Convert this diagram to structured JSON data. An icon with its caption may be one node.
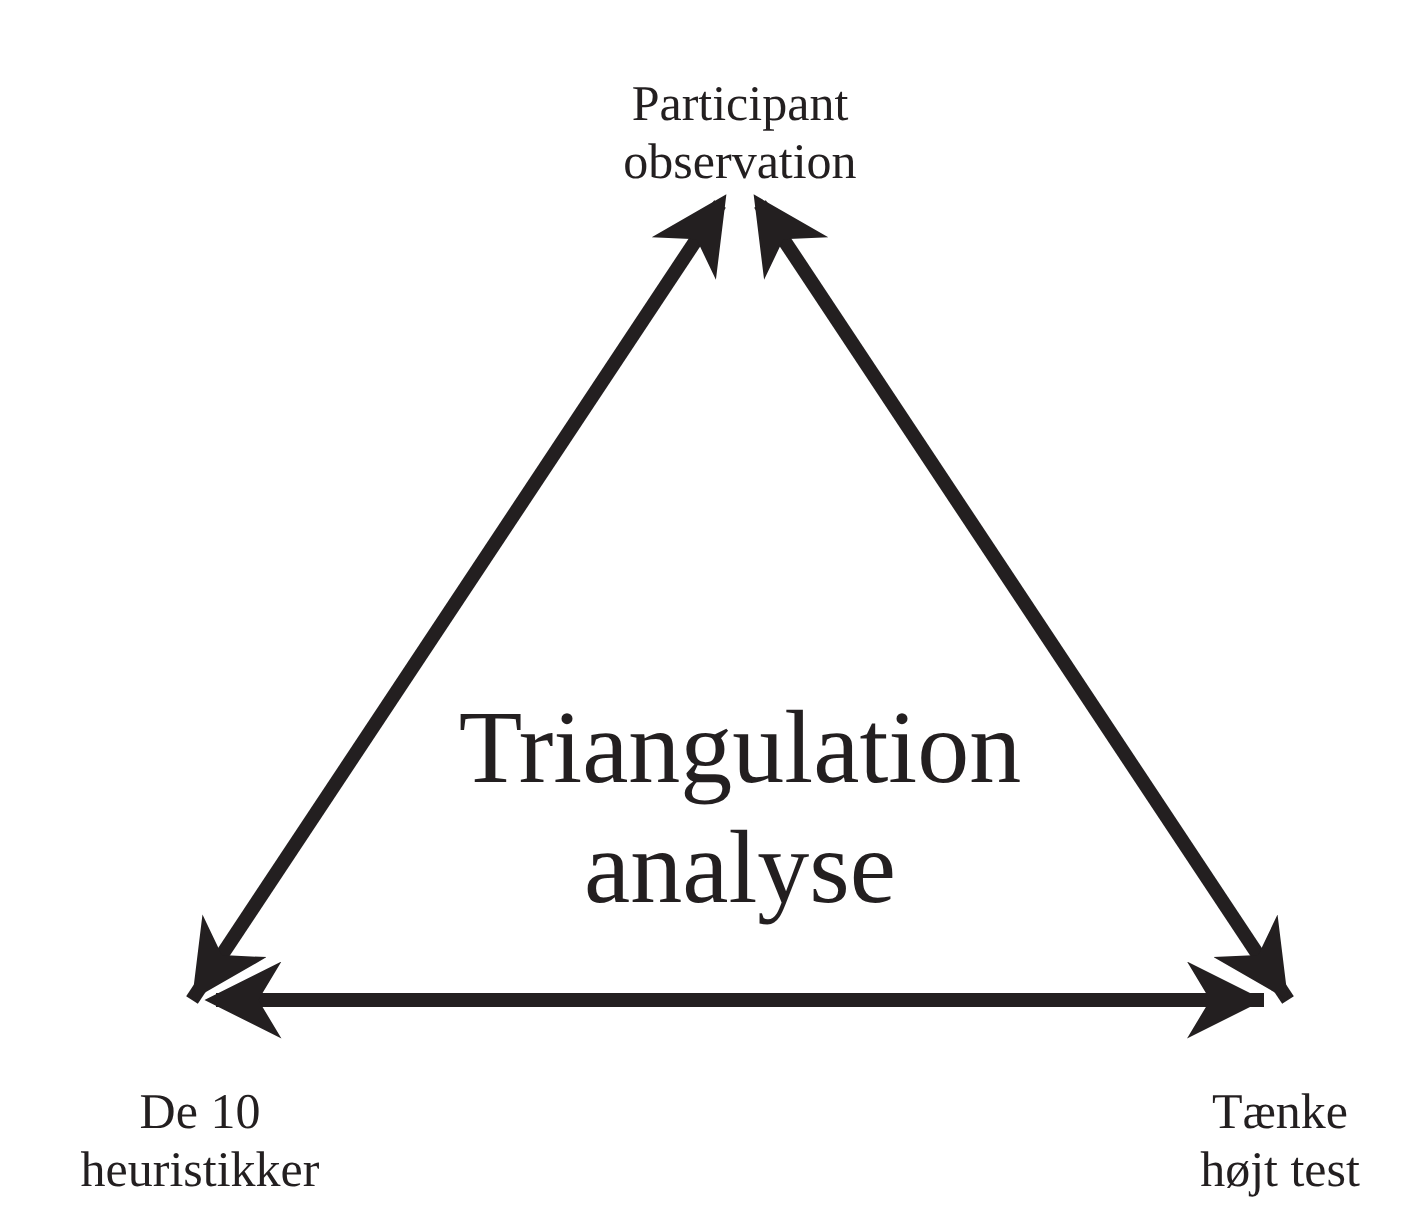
{
  "diagram": {
    "nodes": [
      {
        "text": [
          "Participant observation"
        ]
      },
      {
        "text": [
          "De 10 heuristikker"
        ]
      },
      {
        "text": [
          "Tænke højt test"
        ]
      }
    ],
    "edges": [
      {
        "from": 0,
        "to": 1,
        "arrow": "both"
      },
      {
        "from": 0,
        "to": 2,
        "arrow": "both"
      },
      {
        "from": 1,
        "to": 2,
        "arrow": "both"
      }
    ],
    "labels": [
      "Triangulation analyse"
    ]
  }
}
